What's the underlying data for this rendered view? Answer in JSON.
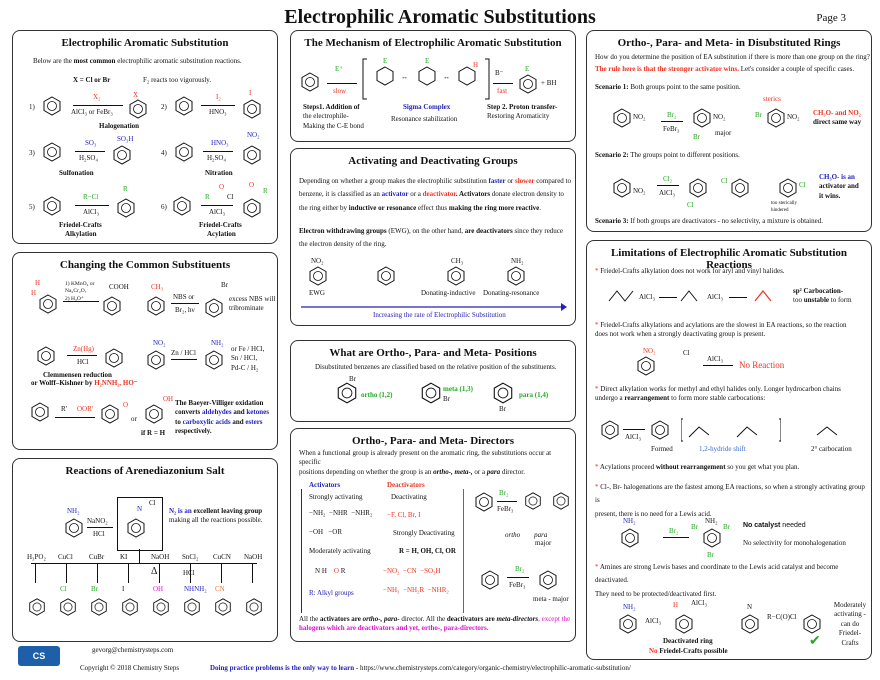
{
  "title": "Electrophilic Aromatic Substitutions",
  "page": "Page 3",
  "eas": {
    "heading": "Electrophilic Aromatic Substitution",
    "intro_a": "Below are the ",
    "intro_b": "most common",
    "intro_c": " electrophilic aromatic substitution reactions.",
    "x_label": "X = Cl or Br",
    "f2_note": "F₂ reacts too vigorously.",
    "r1_num": "1)",
    "r1_top": "X₂",
    "r1_bot": "AlCl₃ or FeBr₃",
    "r1_prod": "X",
    "r1_name": "Halogenation",
    "r2_num": "2)",
    "r2_top": "I₂",
    "r2_bot": "HNO₃",
    "r2_prod": "I",
    "r3_num": "3)",
    "r3_top": "SO₃",
    "r3_bot": "H₂SO₄",
    "r3_prod": "SO₃H",
    "r3_name": "Sulfonation",
    "r4_num": "4)",
    "r4_top": "HNO₃",
    "r4_bot": "H₂SO₄",
    "r4_prod": "NO₂",
    "r4_name": "Nitration",
    "r5_num": "5)",
    "r5_top": "R−Cl",
    "r5_bot": "AlCl₃",
    "r5_prod": "R",
    "r5_name1": "Friedel-Crafts",
    "r5_name2": "Alkylation",
    "r6_num": "6)",
    "r6_top": "O",
    "r6_R": "R",
    "r6_Cl": "Cl",
    "r6_bot": "AlCl₃",
    "r6_prod": "R",
    "r6_O": "O",
    "r6_name1": "Friedel-Crafts",
    "r6_name2": "Acylation"
  },
  "common": {
    "heading": "Changing the Common Substituents",
    "r1a": "1) KMnO₄ or",
    "r1b": "Na₂Cr₂O₇",
    "r1c": "2) H₃O⁺",
    "r1_prod": "COOH",
    "r1_H": "H",
    "r1_H2": "H",
    "ch3": "CH₃",
    "nbs1": "NBS or",
    "nbs2": "Br₂, hν",
    "br": "Br",
    "nbs_note1": "excess NBS will",
    "nbs_note2": "tribrominate",
    "zn": "Zn(Hg)",
    "hcl": "HCl",
    "clem1": "Clemmensen reduction",
    "clem2": "or Wolff–Kishner by ",
    "clem3": "H₂NNH₂, HO⁻",
    "no2": "NO₂",
    "znhcl": "Zn / HCl",
    "nh2": "NH₂",
    "red_alt1": "or Fe / HCl,",
    "red_alt2": "Sn / HCl,",
    "red_alt3": "Pd-C / H₂",
    "bv_R1": "R'",
    "bv_OOR": "OOR'",
    "bv_O": "O",
    "or": "or",
    "bv_OH": "OH",
    "ifR": "if R = H",
    "bv_a": "The Baeyer-Villiger oxidation converts",
    "bv_b": "aldehydes",
    "bv_c": " and ",
    "bv_d": "ketones",
    "bv_e": " to ",
    "bv_f": "carboxylic",
    "bv_g": "acids",
    "bv_h": " and ",
    "bv_i": "esters",
    "bv_j": " respectively."
  },
  "diaz": {
    "heading": "Reactions of Arenediazonium Salt",
    "nh2": "NH₂",
    "nano2": "NaNO₂",
    "hcl": "HCl",
    "n2": "N",
    "cl": "Cl",
    "note_a": "N₂ is an ",
    "note_b": "excellent leaving group",
    "note_c": "making all the reactions possible.",
    "reagents": [
      "H₃PO₂",
      "CuCl",
      "CuBr",
      "KI",
      "NaOH",
      "SnCl₂",
      "CuCN",
      "NaOH"
    ],
    "delta": "Δ",
    "hcl2": "HCl",
    "prods": [
      "",
      "Cl",
      "Br",
      "I",
      "OH",
      "NHNH₂",
      "CN",
      ""
    ]
  },
  "mech": {
    "heading": "The Mechanism of Electrophilic Aromatic Substitution",
    "e_plus": "E⁺",
    "slow": "slow",
    "fast": "fast",
    "b": "B⁻",
    "bh": "+ BH",
    "E": "E",
    "H": "H",
    "step1a": "Steps1. Addition of",
    "step1b": "the electrophile-",
    "step1c": "Making the C-E bond",
    "sigma": "Sigma Complex",
    "res": "Resonance stabilization",
    "step2a": "Step 2. Proton transfer-",
    "step2b": "Restoring Aromaticity"
  },
  "act": {
    "heading": "Activating and Deactivating Groups",
    "p1a": "Depending on whether a group makes the electrophilic substitution ",
    "faster": "faster",
    "or": " or ",
    "slower": "slower",
    "p1b": " compared to",
    "p1c": "benzene, it is classified as an ",
    "activator": "activator",
    "p1d": " or a ",
    "deactivator": "deactivator",
    "p1e": ". Activators",
    "p1f": " donate electron density to the",
    "p1g": "ring either by ",
    "p1h": "inductive or resonance",
    "p1i": " effect thus ",
    "p1j": "making the ring more reactive",
    "p2a": "Electron withdrawing groups",
    "p2b": " (EWG), on the other hand, ",
    "p2c": "are deactivators",
    "p2d": " since they reduce the",
    "p2e": "electron density of the ring.",
    "no2": "NO₂",
    "ch3": "CH₃",
    "nh2": "NH₂",
    "ewg": "EWG",
    "di": "Donating-inductive",
    "dr": "Donating-resonance",
    "rate": "Increasing the rate of Electrophilic Substitution"
  },
  "positions": {
    "heading": "What are Ortho-, Para- and Meta- Positions",
    "desc": "Disubstituted benzenes are classified  based on the relative position of the substituents.",
    "ortho": "ortho (1,2)",
    "meta": "meta (1,3)",
    "para": "para (1,4)",
    "br": "Br"
  },
  "directors": {
    "heading": "Ortho-, Para- and Meta- Directors",
    "p1a": "When a functional group is already present on the aromatic ring, the substitutions occur at specific",
    "p1b": "positions depending on whether the group is an ",
    "op": "ortho-, meta-,",
    "p1c": " or a ",
    "para": "para",
    "p1d": " director.",
    "activators": "Activators",
    "sa": "Strongly activating",
    "sa_groups": [
      "−NH₂",
      "−NHR",
      "−NHR₂",
      "−OH",
      "−OR"
    ],
    "ma": "Moderately activating",
    "ma_groups": [
      "N",
      "H",
      "O",
      "R"
    ],
    "ra": "R: Alkyl groups",
    "deactivators": "Deactivators",
    "da": "Deactivating",
    "halo": [
      "−F",
      "Cl",
      "Br",
      "I"
    ],
    "sd": "Strongly Deactivating",
    "rh": "R = H, OH, Cl, OR",
    "sd_groups": [
      "−NO₂",
      "−CN",
      "−SO₃H",
      "−NH₃",
      "−NH₂R",
      "−NHR₂"
    ],
    "br2": "Br₂",
    "febr3": "FeBr₃",
    "ortho": "ortho",
    "major": "major",
    "meta_major": "meta - major",
    "foot_a": "All the ",
    "foot_b": "activators are ",
    "foot_c": "ortho-, para-",
    "foot_d": " director. All the ",
    "foot_e": "deactivators are ",
    "foot_f": "meta-directors",
    "foot_g": ", except the",
    "foot_h": "halogens which are deactivators and yet, ortho-, para-directors."
  },
  "disub": {
    "heading": "Ortho-, Para- and Meta- in Disubstituted Rings",
    "q": "How do you determine the position of EA substitution if there is more than one group on the ring?",
    "rule": "The rule here is that the stronger activator wins.",
    "rule2": " Let's consider a couple of specific cases.",
    "s1": "Scenario 1:",
    "s1t": " Both groups point to the same position.",
    "br2": "Br₂",
    "febr3": "FeBr₃",
    "major": "major",
    "steric": "sterics",
    "no2": "NO₂",
    "br": "Br",
    "w1a": "CH₃O- and ",
    "w1b": "NO₂",
    "w1c": "direct same way",
    "s2": "Scenario 2:",
    "s2t": " The groups point to different positions.",
    "cl2": "Cl₂",
    "alcl3": "AlCl₃",
    "cl": "Cl",
    "steric2a": "too sterically",
    "steric2b": "hindered",
    "w2a": "CH₃O- is an",
    "w2b": "activator and",
    "w2c": "it wins.",
    "s3": "Scenario 3:",
    "s3t": " If both groups are deactivators - no selectivity, a mixture is obtained."
  },
  "limits": {
    "heading": "Limitations of Electrophilic Aromatic Substitution Reactions",
    "l1": "Friedel-Crafts alkylation does not work for aryl and vinyl halides.",
    "alcl3": "AlCl₃",
    "sp2a": "sp² Carbocation-",
    "sp2b": "too ",
    "sp2c": "unstable",
    "sp2d": " to form",
    "l2a": "Friedel-Crafts alkylations and acylations are the slowest in EA reactions, so the reaction",
    "l2b": "does not work when a strongly deactivating group is present.",
    "no2": "NO₂",
    "cl": "Cl",
    "noreact": "No Reaction",
    "l3a": "Direct alkylation works for methyl and ethyl halides only. Longer hydrocarbon chains",
    "l3b": "undergo a ",
    "l3c": "rearrangement",
    "l3d": " to form more stable carbocations:",
    "formed": "Formed",
    "shift": "1,2-hydride shift",
    "second": "2° carbocation",
    "l4a": "Acylations  proceed ",
    "l4b": "without rearrangement",
    "l4c": " so you get what you plan.",
    "l5a": "Cl-, Br- halogenations are the fastest among EA reactions, so when a strongly activating group is",
    "l5b": "present, there is no need for a Lewis acid.",
    "br2": "Br₂",
    "nocat": "No catalyst",
    "nocat2": " needed",
    "nosel": "No selectivity  for monohalogenation",
    "l6a": "Amines are strong Lewis bases and coordinate to the Lewis acid catalyst and become deactivated.",
    "l6b": "They need to be protected/deactivated first.",
    "deact": "Deactivated ring",
    "nofc_a": "No",
    "nofc_b": " Friedel-Crafts possible",
    "mod1": "Moderately",
    "mod2": "activating -",
    "mod3": "can do Friedel-",
    "mod4": "Crafts",
    "br": "Br",
    "nh2": "NH₂",
    "h": "H",
    "n": "N"
  },
  "footer": {
    "email": "gevorg@chemistrysteps.com",
    "copy": "Copyright © 2018 Chemistry Steps",
    "practice": "Doing practice problems is the only way to learn",
    "url": " - https://www.chemistrysteps.com/category/organic-chemistry/electrophilic-aromatic-substitution/",
    "logo_text": "CS"
  },
  "colors": {
    "blue": "#2222bb",
    "red": "#ee3322",
    "green": "#22aa22",
    "magenta": "#dd11cc"
  }
}
